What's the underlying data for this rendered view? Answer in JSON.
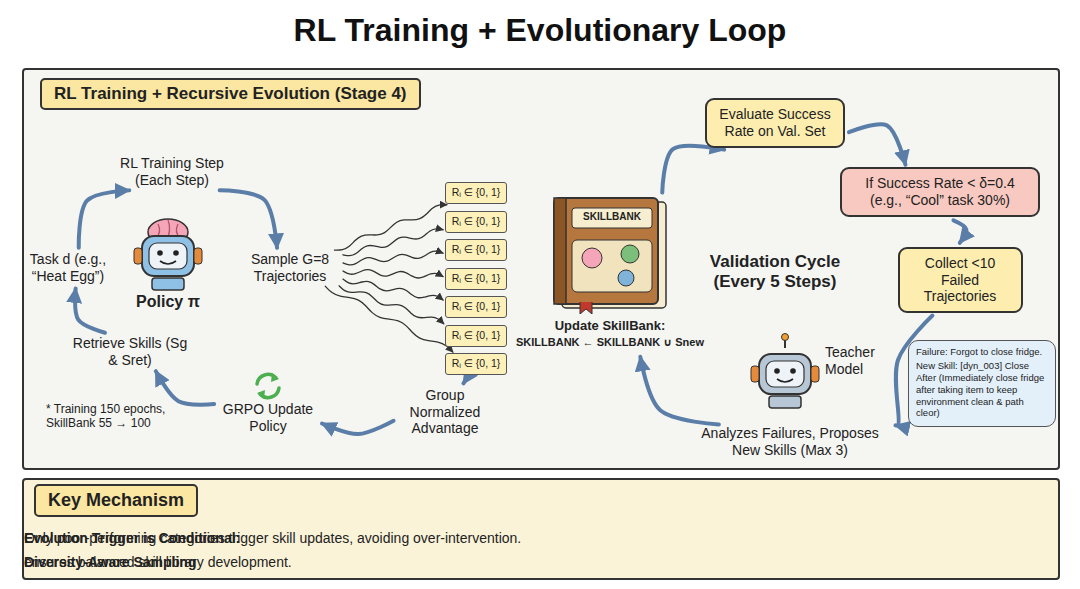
{
  "diagram": {
    "title": "RL Training + Evolutionary Loop",
    "nodes": [
      {
        "text": [
          "RL Training + Recursive Evolution (Stage 4)"
        ]
      },
      {
        "text": [
          "RL Training Step (Each Step)"
        ],
        "in": 0
      },
      {
        "text": [
          "Sample G=8 Trajectories"
        ],
        "in": 0
      },
      {
        "text": [
          "Rᵢ ∈ {0, 1}"
        ],
        "in": 0
      },
      {
        "text": [
          "Rᵢ ∈ {0, 1}"
        ],
        "in": 0
      },
      {
        "text": [
          "Rᵢ ∈ {0, 1}"
        ],
        "in": 0
      },
      {
        "text": [
          "Rᵢ ∈ {0, 1}"
        ],
        "in": 0
      },
      {
        "text": [
          "Rᵢ ∈ {0, 1}"
        ],
        "in": 0
      },
      {
        "text": [
          "Rᵢ ∈ {0, 1}"
        ],
        "in": 0
      },
      {
        "text": [
          "Rᵢ ∈ {0, 1}"
        ],
        "in": 0
      },
      {
        "text": [
          "Group Normalized Advantage"
        ],
        "in": 0
      },
      {
        "text": [
          "GRPO Update Policy"
        ],
        "in": 0
      },
      {
        "text": [
          "Retrieve Skills (Sg & Sret)"
        ],
        "in": 0
      },
      {
        "text": [
          "Task d (e.g., “Heat Egg”)"
        ],
        "in": 0
      },
      {
        "text": [
          "Policy π"
        ],
        "in": 0
      },
      {
        "text": [
          "SKILLBANK",
          "Update SkillBank:",
          "SKILLBANK ← SKILLBANK ∪ Snew"
        ],
        "in": 0
      },
      {
        "text": [
          "Evaluate Success Rate on Val. Set"
        ],
        "in": 0
      },
      {
        "text": [
          "If Success Rate < δ=0.4 (e.g., “Cool” task 30%)"
        ],
        "in": 0
      },
      {
        "text": [
          "Collect <10 Failed Trajectories"
        ],
        "in": 0
      },
      {
        "text": [
          "Teacher Model"
        ],
        "in": 0
      },
      {
        "text": [
          "Failure: Forgot to close fridge.",
          "New Skill: [dyn_003] Close After (Immediately close fridge after taking item to keep environment clean & path cleor)"
        ],
        "in": 0
      },
      {
        "text": [
          "Analyzes Failures, Proposes New Skills (Max 3)"
        ],
        "in": 0
      },
      {
        "text": [
          "Key Mechanism",
          "Evolution Trigger is Conditional:",
          "Only poor-performing categories trigger skill updates, avoiding over-intervention.",
          "Diversity-Aware Sampling",
          "ensures balanced skill library development."
        ]
      }
    ],
    "edges": [
      {
        "from": 13,
        "to": 1,
        "arrow": "to"
      },
      {
        "from": 1,
        "to": 2,
        "arrow": "to"
      },
      {
        "from": 2,
        "to": 3,
        "arrow": "to"
      },
      {
        "from": 2,
        "to": 4,
        "arrow": "to"
      },
      {
        "from": 2,
        "to": 5,
        "arrow": "to"
      },
      {
        "from": 2,
        "to": 6,
        "arrow": "to"
      },
      {
        "from": 2,
        "to": 7,
        "arrow": "to"
      },
      {
        "from": 2,
        "to": 8,
        "arrow": "to"
      },
      {
        "from": 2,
        "to": 9,
        "arrow": "to"
      },
      {
        "from": 9,
        "to": 10,
        "arrow": "to"
      },
      {
        "from": 10,
        "to": 11,
        "arrow": "to"
      },
      {
        "from": 11,
        "to": 12,
        "arrow": "to"
      },
      {
        "from": 12,
        "to": 13,
        "arrow": "to"
      },
      {
        "from": 15,
        "to": 16,
        "arrow": "to"
      },
      {
        "from": 16,
        "to": 17,
        "arrow": "to"
      },
      {
        "from": 17,
        "to": 18,
        "arrow": "to"
      },
      {
        "from": 18,
        "to": 21,
        "arrow": "to"
      },
      {
        "from": 21,
        "to": 15,
        "arrow": "to"
      }
    ],
    "labels": [
      "* Training 150 epochs, SkillBank 55 → 100",
      "Validation Cycle (Every 5 Steps)"
    ]
  }
}
